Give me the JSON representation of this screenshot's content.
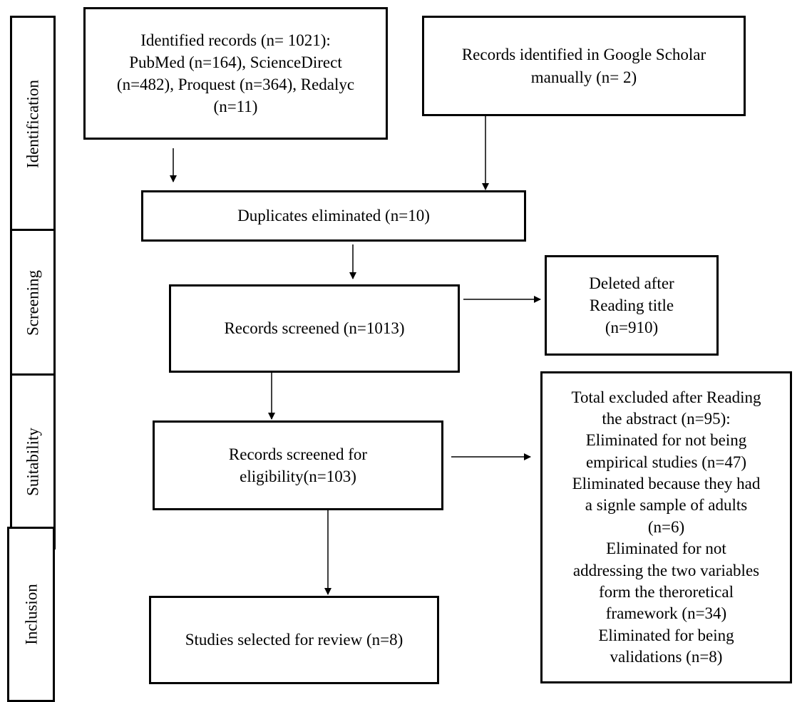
{
  "phases": [
    {
      "id": "identification",
      "label": "Identification"
    },
    {
      "id": "screening",
      "label": "Screening"
    },
    {
      "id": "suitability",
      "label": "Suitability"
    },
    {
      "id": "inclusion",
      "label": "Inclusion"
    }
  ],
  "boxes": {
    "identified_records": "Identified records (n= 1021):\nPubMed (n=164), ScienceDirect\n(n=482), Proquest (n=364), Redalyc\n(n=11)",
    "google_scholar": "Records identified in Google Scholar\nmanually (n= 2)",
    "duplicates": "Duplicates eliminated (n=10)",
    "records_screened": "Records screened (n=1013)",
    "deleted_title": "Deleted after\nReading title\n(n=910)",
    "eligibility": "Records screened for\neligibility(n=103)",
    "excluded_abstract": "Total excluded after Reading\nthe abstract (n=95):\nEliminated for not being\nempirical studies (n=47)\nEliminated because they had\na signle sample of adults\n(n=6)\nEliminated for not\naddressing the two variables\nform the theroretical\nframework (n=34)\nEliminated for being\nvalidations (n=8)",
    "studies_selected": "Studies selected for review (n=8)"
  }
}
